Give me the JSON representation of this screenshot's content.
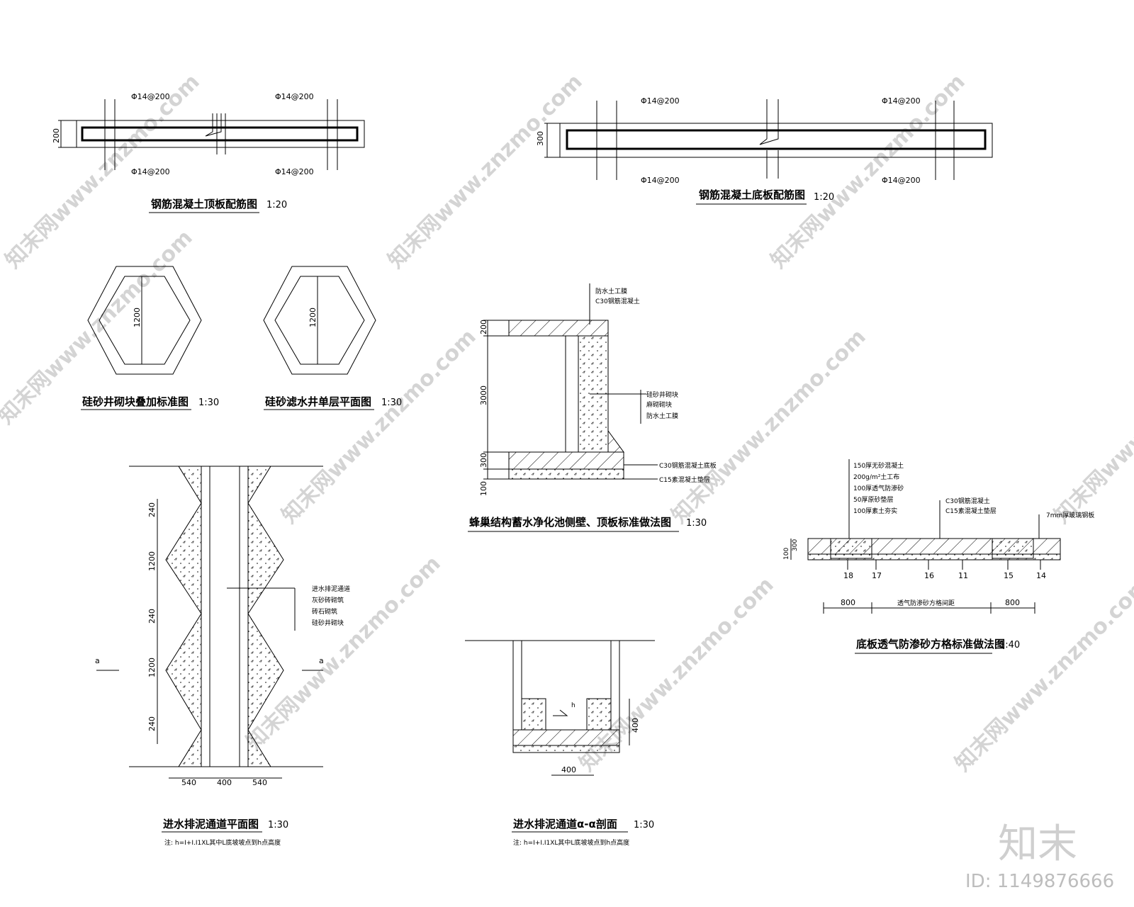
{
  "top_slab": {
    "title": "钢筋混凝土顶板配筋图",
    "scale": "1:20",
    "thickness": "200",
    "rebar_top_left": "Φ14@200",
    "rebar_top_right": "Φ14@200",
    "rebar_bottom_left": "Φ14@200",
    "rebar_bottom_right": "Φ14@200"
  },
  "bottom_slab": {
    "title": "钢筋混凝土底板配筋图",
    "scale": "1:20",
    "thickness": "300",
    "rebar_top_left": "Φ14@200",
    "rebar_top_right": "Φ14@200",
    "rebar_bottom_left": "Φ14@200",
    "rebar_bottom_right": "Φ14@200"
  },
  "hex_stack": {
    "title": "硅砂井砌块叠加标准图",
    "scale": "1:30",
    "dim": "1200"
  },
  "hex_single": {
    "title": "硅砂滤水井单层平面图",
    "scale": "1:30",
    "dim": "1200"
  },
  "wall_section": {
    "title": "蜂巢结构蓄水净化池侧壁、顶板标准做法图",
    "scale": "1:30",
    "dims": [
      "200",
      "3000",
      "300",
      "100"
    ],
    "labels": [
      "防水土工膜",
      "C30钢筋混凝土",
      "硅砂井砌块",
      "麻砌砌块",
      "防水土工膜",
      "C30钢筋混凝土底板",
      "C15素混凝土垫层"
    ]
  },
  "channel_plan": {
    "title": "进水排泥通道平面图",
    "scale": "1:30",
    "note": "注: h=I+I.I1XL其中L底坡坡点到h点高度",
    "dims_v": [
      "240",
      "1200",
      "240",
      "1200",
      "240"
    ],
    "dims_h": [
      "540",
      "400",
      "540"
    ],
    "section_mark": "a",
    "labels": [
      "进水排泥通道",
      "灰砂砖砌筑",
      "砖石砌筑",
      "硅砂井砌块"
    ]
  },
  "channel_section": {
    "title": "进水排泥通道α-α剖面",
    "scale": "1:30",
    "note": "注: h=I+I.I1XL其中L底坡坡点到h点高度",
    "dim_h": "400",
    "dim_v": "400",
    "h_label": "h"
  },
  "base_grid": {
    "title": "底板透气防渗砂方格标准做法图",
    "scale": "1:40",
    "layers": [
      "150厚无砂混凝土",
      "200g/m²土工布",
      "100厚透气防渗砂",
      "50厚原砂垫层",
      "100厚素土夯实"
    ],
    "labels_mid": [
      "C30钢筋混凝土",
      "C15素混凝土垫层"
    ],
    "label_right": "7mm厚玻璃钢板",
    "dims_v": [
      "100",
      "300"
    ],
    "numbers": [
      "18",
      "17",
      "16",
      "11",
      "15",
      "14"
    ],
    "dims_h": [
      "800",
      "800"
    ],
    "dim_mid": "透气防渗砂方格间距"
  },
  "watermarks": [
    "知末网www.znzmo.com"
  ],
  "logo": "知末",
  "id_text": "ID: 1149876666"
}
